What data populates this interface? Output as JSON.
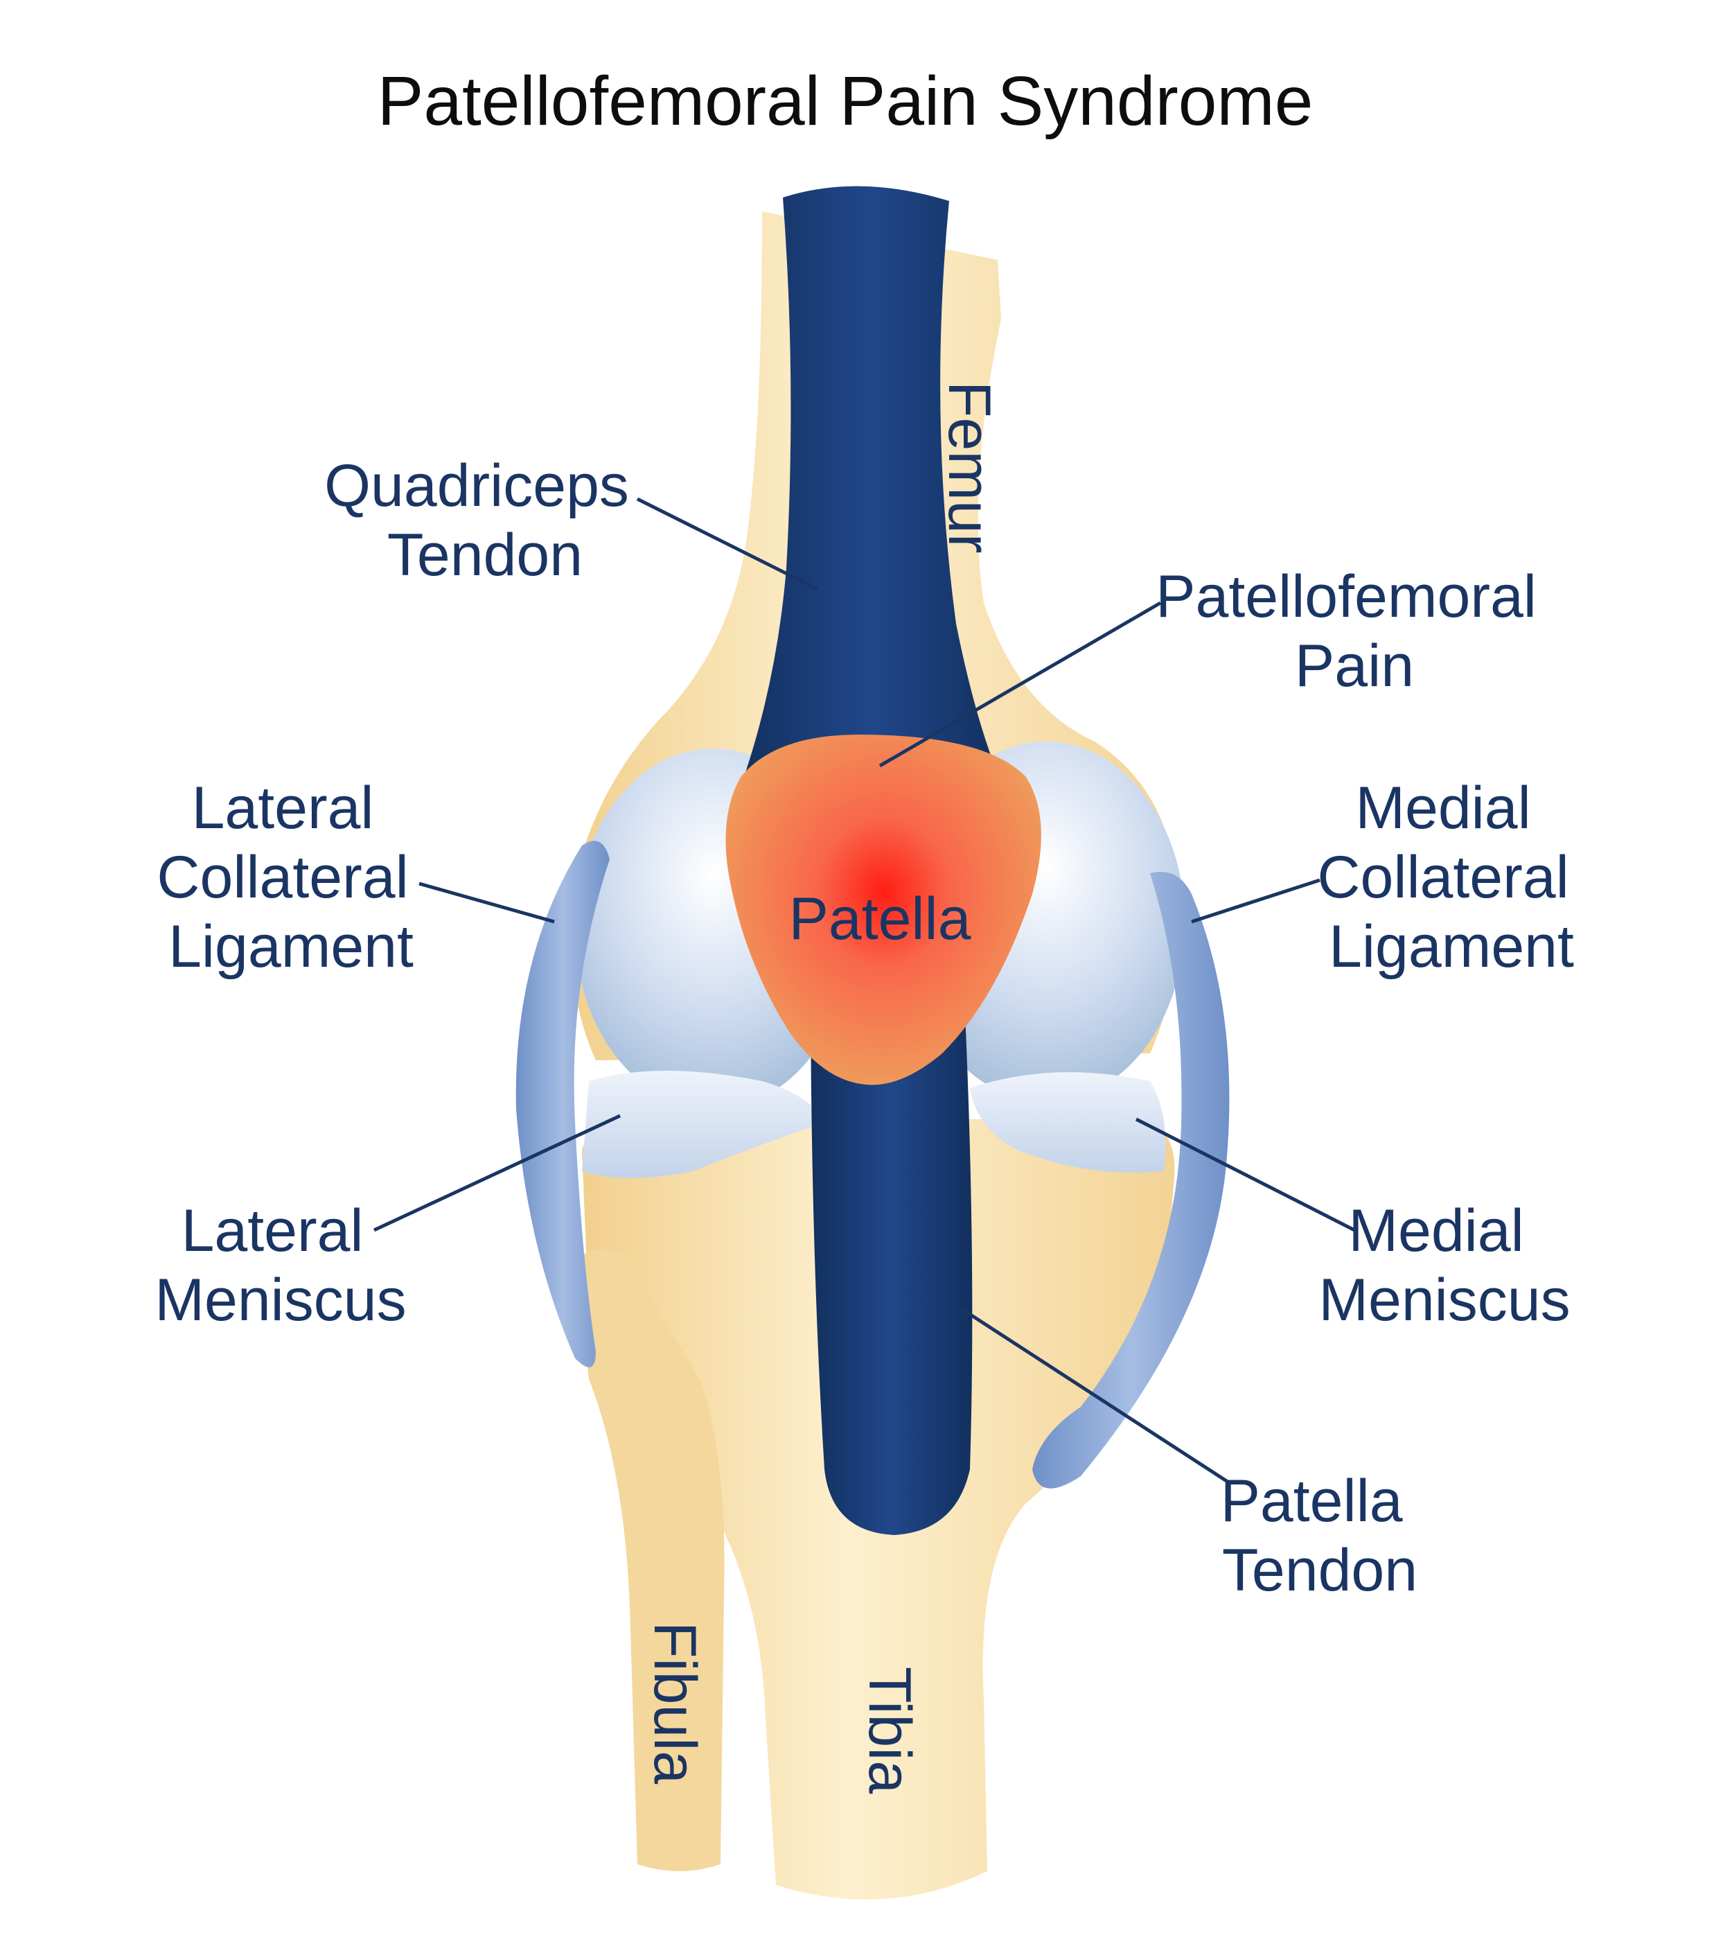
{
  "title": "Patellofemoral Pain Syndrome",
  "labels": {
    "femur": "Femur",
    "quadriceps_tendon": [
      "Quadriceps",
      "Tendon"
    ],
    "patellofemoral_pain": [
      "Patellofemoral",
      "Pain"
    ],
    "lateral_collateral_ligament": [
      "Lateral",
      "Collateral",
      "Ligament"
    ],
    "medial_collateral_ligament": [
      "Medial",
      "Collateral",
      "Ligament"
    ],
    "patella": "Patella",
    "lateral_meniscus": [
      "Lateral",
      "Meniscus"
    ],
    "medial_meniscus": [
      "Medial",
      "Meniscus"
    ],
    "patella_tendon": [
      "Patella",
      "Tendon"
    ],
    "fibula": "Fibula",
    "tibia": "Tibia"
  },
  "colors": {
    "bone": "#f6dca2",
    "bone_highlight": "#fdf1d2",
    "tendon": "#16386b",
    "ligament": "#7f9ed0",
    "cartilage": "#c9d8ea",
    "meniscus": "#dbe5f2",
    "patella": "#f0a05a",
    "pain": "#ff2a1a",
    "label": "#1a3563",
    "title": "#0d0d0d"
  }
}
